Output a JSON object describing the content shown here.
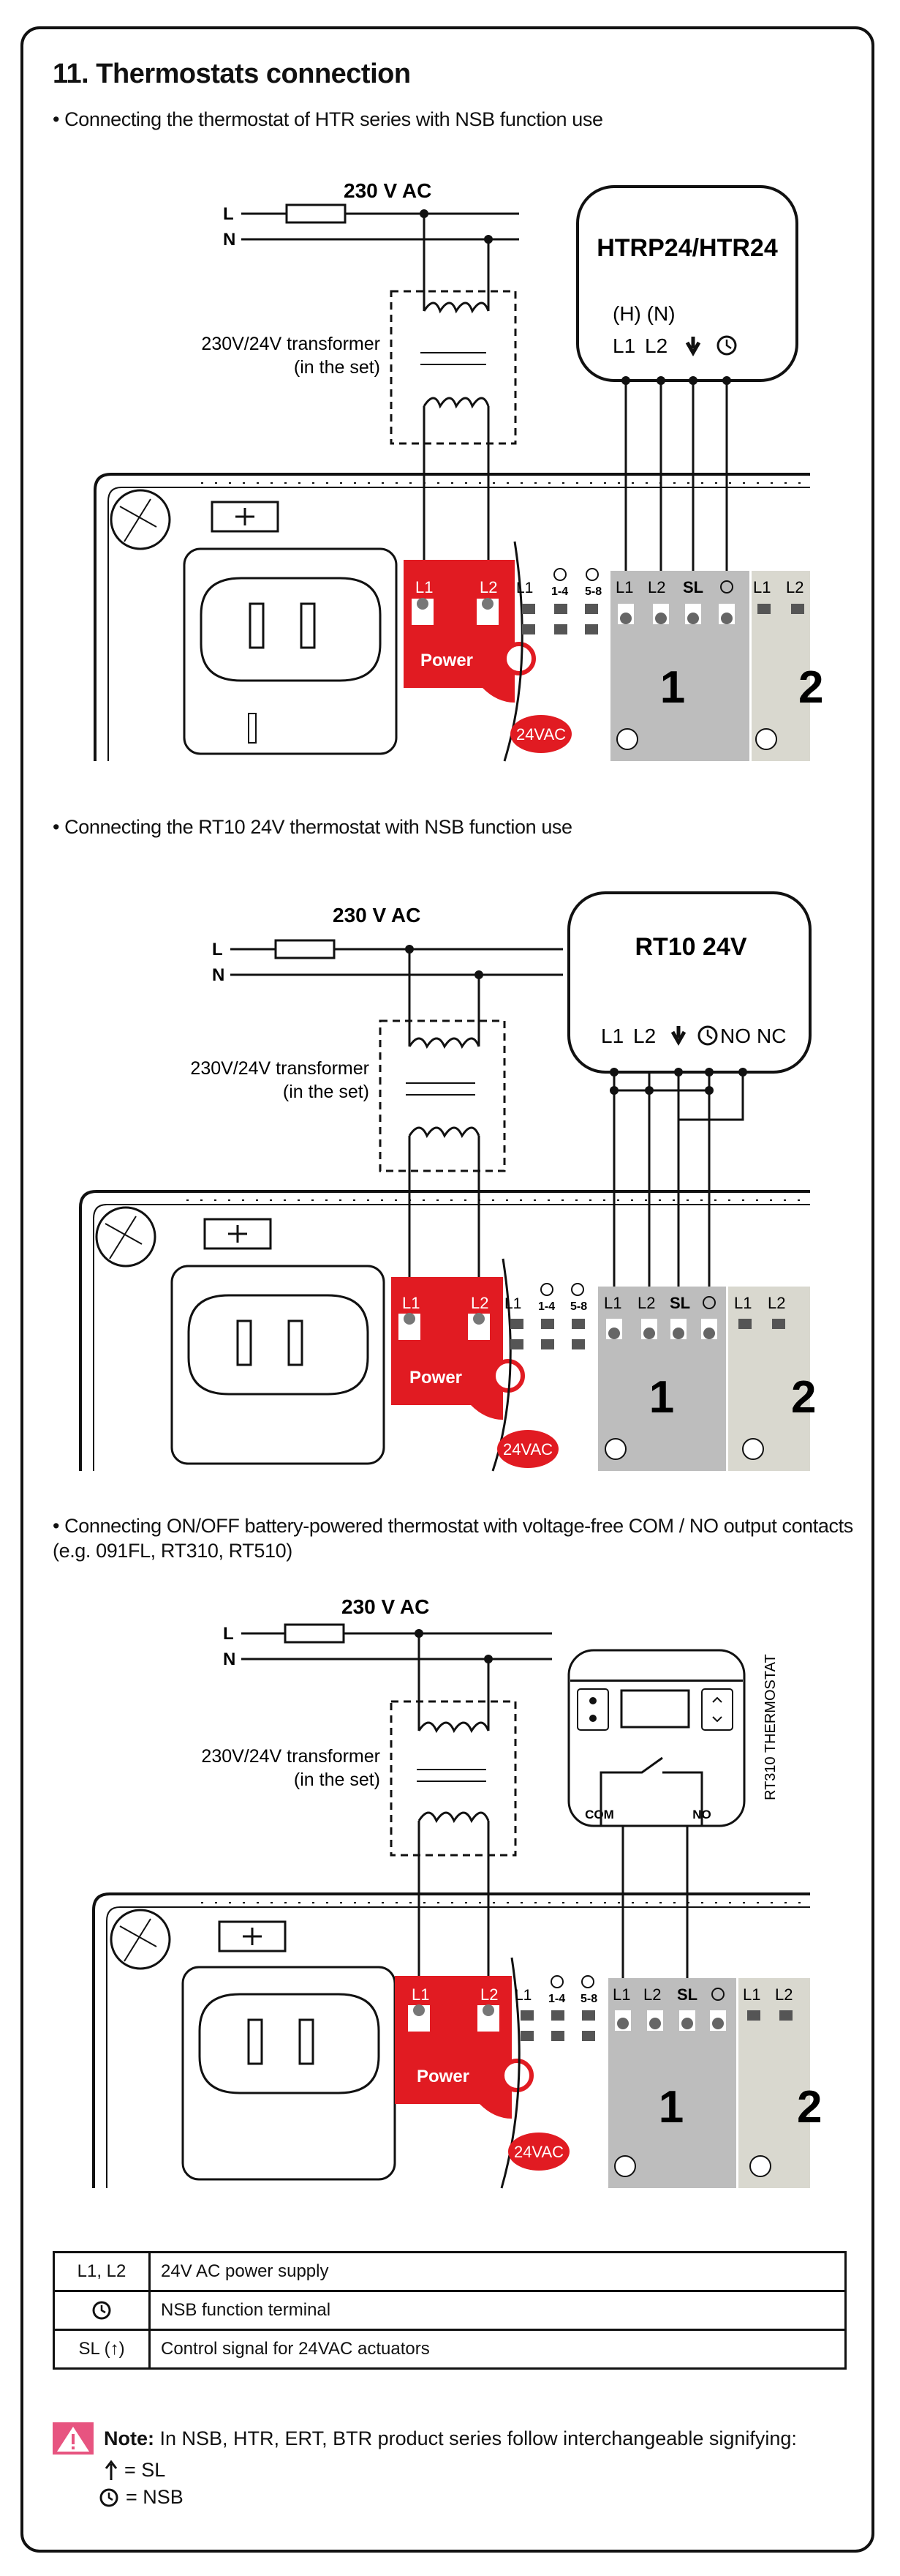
{
  "section_title": "11. Thermostats connection",
  "colors": {
    "red": "#e11b22",
    "gray": "#bdbdbd",
    "light_gray": "#d9d8cf",
    "black": "#111111"
  },
  "common": {
    "voltage": "230 V AC",
    "L": "L",
    "N": "N",
    "transformer_line1": "230V/24V transformer",
    "transformer_line2": "(in the set)",
    "term_L1": "L1",
    "term_L2": "L2",
    "term_14": "1-4",
    "term_58": "5-8",
    "term_SL": "SL",
    "power": "Power",
    "vac": "24VAC",
    "zone1": "1",
    "zone2": "2"
  },
  "diagram1": {
    "caption": "• Connecting the thermostat of HTR series with NSB function use",
    "device": "HTRP24/HTR24",
    "labels": "(H) (N)"
  },
  "diagram2": {
    "caption": "• Connecting the RT10 24V thermostat with NSB function use",
    "device": "RT10 24V",
    "no": "NO",
    "nc": "NC"
  },
  "diagram3": {
    "caption_line1": "• Connecting ON/OFF battery-powered thermostat with voltage-free COM / NO output contacts",
    "caption_line2": "(e.g. 091FL, RT310, RT510)",
    "device_side": "RT310 THERMOSTAT",
    "com": "COM",
    "no": "NO"
  },
  "legend": [
    {
      "key": "L1, L2",
      "desc": "24V AC power supply"
    },
    {
      "key": "clock-icon",
      "desc": "NSB function terminal"
    },
    {
      "key": "SL (↑)",
      "desc": "Control signal for 24VAC actuators"
    }
  ],
  "note": {
    "label": "Note:",
    "text": "In NSB, HTR, ERT, BTR product series follow interchangeable signifying:",
    "line1": "= SL",
    "line2": "= NSB"
  }
}
